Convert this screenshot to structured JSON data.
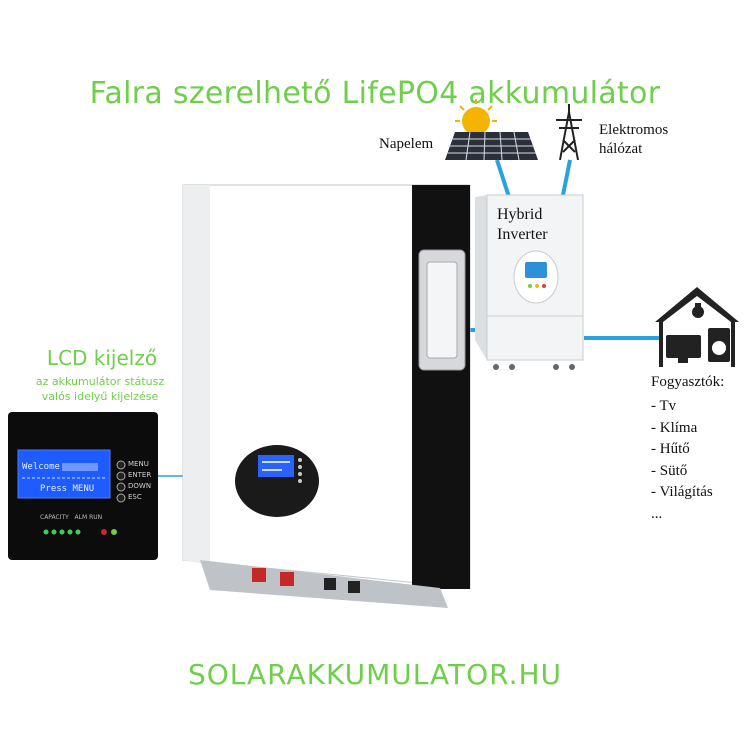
{
  "title": "Falra szerelhető LifePO4 akkumulátor",
  "website": "SOLARAKKUMULATOR.HU",
  "solar_panel": {
    "label": "Napelem",
    "icon": "solar-panel-icon"
  },
  "grid": {
    "label_line1": "Elektromos",
    "label_line2": "hálózat",
    "icon": "power-tower-icon"
  },
  "inverter": {
    "label_line1": "Hybrid",
    "label_line2": "Inverter"
  },
  "lcd": {
    "title": "LCD kijelző",
    "subtitle_line1": "az akkumulátor státusz",
    "subtitle_line2": "valós idelyű kijelzése",
    "screen_line1": "Welcome",
    "screen_line2": "Press MENU",
    "buttons": [
      "MENU",
      "ENTER",
      "DOWN",
      "ESC"
    ],
    "indicators": "CAPACITY   ALM RUN"
  },
  "consumers": {
    "title": "Fogyasztók:",
    "items": [
      "- Tv",
      "- Klíma",
      "- Hűtő",
      "- Sütő",
      "- Világítás",
      "..."
    ]
  },
  "colors": {
    "accent_green": "#6fcf4a",
    "cable_blue": "#29a3e0",
    "lcd_blue": "#1f5cff"
  }
}
